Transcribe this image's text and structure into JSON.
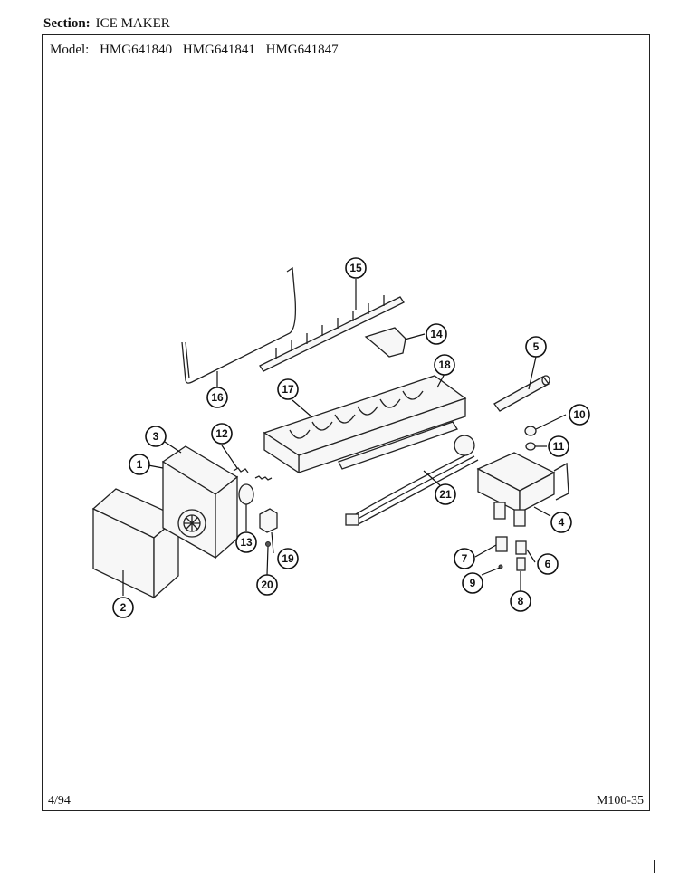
{
  "header": {
    "section_label": "Section:",
    "section_value": "ICE MAKER"
  },
  "model": {
    "label": "Model:",
    "numbers": [
      "HMG641840",
      "HMG641841",
      "HMG641847"
    ]
  },
  "footer": {
    "date": "4/94",
    "page_code": "M100-35"
  },
  "callouts": [
    "1",
    "2",
    "3",
    "4",
    "5",
    "6",
    "7",
    "8",
    "9",
    "10",
    "11",
    "12",
    "13",
    "14",
    "15",
    "16",
    "17",
    "18",
    "19",
    "20",
    "21"
  ]
}
